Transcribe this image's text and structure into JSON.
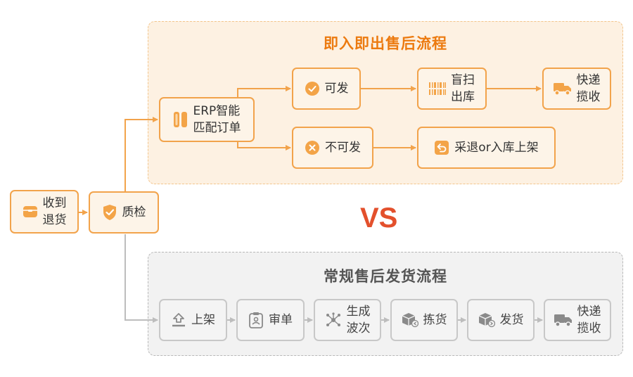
{
  "colors": {
    "orange": "#f2a34b",
    "orange_text": "#ec7a0f",
    "gray": "#bdbdbd",
    "vs": "#e3502c"
  },
  "top_flow": {
    "title": "即入即出售后流程",
    "erp": "ERP智能\n匹配订单",
    "can_ship": "可发",
    "blind_scan": "盲扫\n出库",
    "express_top": "快递\n揽收",
    "cannot_ship": "不可发",
    "reject_or_shelve": "采退or入库上架"
  },
  "start": {
    "receive": "收到\n退货",
    "inspect": "质检"
  },
  "vs": "VS",
  "bottom_flow": {
    "title": "常规售后发货流程",
    "shelve": "上架",
    "review": "审单",
    "wave": "生成\n波次",
    "pick": "拣货",
    "ship": "发货",
    "express": "快递\n揽收"
  },
  "icons": [
    "box-icon",
    "shield-check-icon",
    "erp-bars-icon",
    "check-circle-icon",
    "barcode-icon",
    "truck-icon",
    "x-circle-icon",
    "return-icon",
    "shelf-up-icon",
    "clipboard-icon",
    "network-icon",
    "pick-box-icon",
    "ship-box-icon"
  ]
}
